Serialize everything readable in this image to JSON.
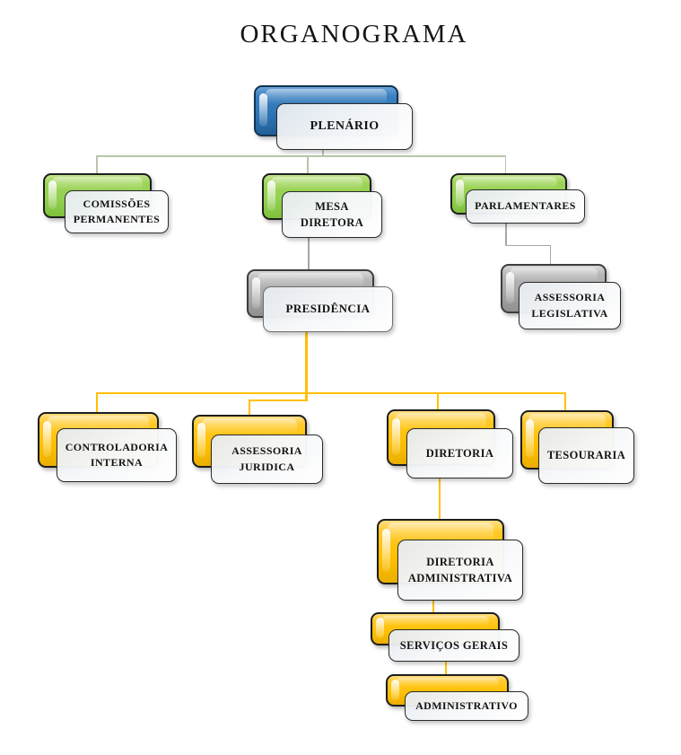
{
  "title": "ORGANOGRAMA",
  "palette": {
    "blue": "#2E75B6",
    "green": "#92D050",
    "gray": "#A6A6A6",
    "yellow": "#FFC000",
    "connector_level1": "#B9C6AA",
    "connector_gray": "#A6A6A6",
    "connector_yellow": "#FFC000"
  },
  "nodes": {
    "plenario": {
      "label": "PLENÁRIO",
      "color": "blue",
      "parent": null
    },
    "comissoes_permanentes": {
      "label": "COMISSÕES\nPERMANENTES",
      "color": "green",
      "parent": "plenario"
    },
    "mesa_diretora": {
      "label": "MESA\nDIRETORA",
      "color": "green",
      "parent": "plenario"
    },
    "parlamentares": {
      "label": "PARLAMENTARES",
      "color": "green",
      "parent": "plenario"
    },
    "presidencia": {
      "label": "PRESIDÊNCIA",
      "color": "gray",
      "parent": "mesa_diretora"
    },
    "assessoria_legislativa": {
      "label": "ASSESSORIA\nLEGISLATIVA",
      "color": "gray",
      "parent": "parlamentares"
    },
    "controladoria_interna": {
      "label": "CONTROLADORIA\nINTERNA",
      "color": "yellow",
      "parent": "presidencia"
    },
    "assessoria_juridica": {
      "label": "ASSESSORIA\nJURIDICA",
      "color": "yellow",
      "parent": "presidencia"
    },
    "diretoria": {
      "label": "DIRETORIA",
      "color": "yellow",
      "parent": "presidencia"
    },
    "tesouraria": {
      "label": "TESOURARIA",
      "color": "yellow",
      "parent": "presidencia"
    },
    "diretoria_administrativa": {
      "label": "DIRETORIA\nADMINISTRATIVA",
      "color": "yellow",
      "parent": "diretoria"
    },
    "servicos_gerais": {
      "label": "SERVIÇOS GERAIS",
      "color": "yellow",
      "parent": "diretoria_administrativa"
    },
    "administrativo": {
      "label": "ADMINISTRATIVO",
      "color": "yellow",
      "parent": "servicos_gerais"
    }
  }
}
